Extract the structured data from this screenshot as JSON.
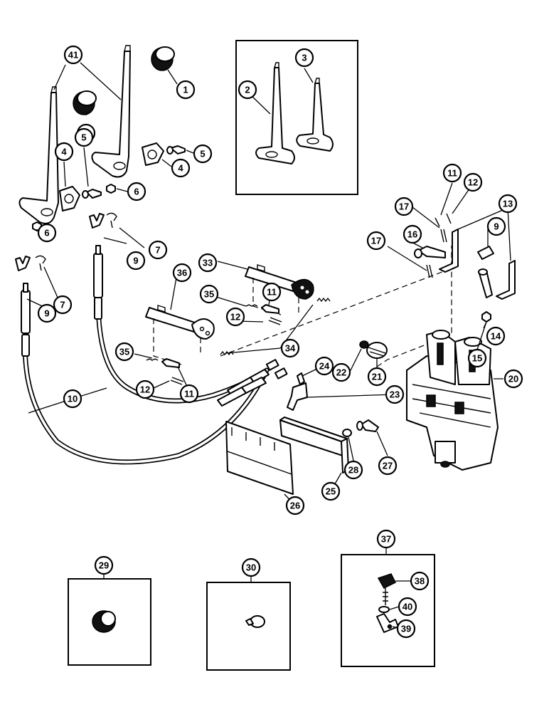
{
  "callouts": [
    {
      "id": "c41",
      "label": "41"
    },
    {
      "id": "c1a",
      "label": "1"
    },
    {
      "id": "c1b",
      "label": "1"
    },
    {
      "id": "c2",
      "label": "2"
    },
    {
      "id": "c3",
      "label": "3"
    },
    {
      "id": "c4a",
      "label": "4"
    },
    {
      "id": "c5a",
      "label": "5"
    },
    {
      "id": "c5b",
      "label": "5"
    },
    {
      "id": "c4b",
      "label": "4"
    },
    {
      "id": "c6a",
      "label": "6"
    },
    {
      "id": "c6b",
      "label": "6"
    },
    {
      "id": "c7a",
      "label": "7"
    },
    {
      "id": "c9a",
      "label": "9"
    },
    {
      "id": "c9b",
      "label": "9"
    },
    {
      "id": "c7b",
      "label": "7"
    },
    {
      "id": "c11a",
      "label": "11"
    },
    {
      "id": "c12a",
      "label": "12"
    },
    {
      "id": "c13",
      "label": "13"
    },
    {
      "id": "c17a",
      "label": "17"
    },
    {
      "id": "c9c",
      "label": "9"
    },
    {
      "id": "c16",
      "label": "16"
    },
    {
      "id": "c17b",
      "label": "17"
    },
    {
      "id": "c33",
      "label": "33"
    },
    {
      "id": "c36",
      "label": "36"
    },
    {
      "id": "c35a",
      "label": "35"
    },
    {
      "id": "c11b",
      "label": "11"
    },
    {
      "id": "c12b",
      "label": "12"
    },
    {
      "id": "c34",
      "label": "34"
    },
    {
      "id": "c14",
      "label": "14"
    },
    {
      "id": "c15",
      "label": "15"
    },
    {
      "id": "c35b",
      "label": "35"
    },
    {
      "id": "c12c",
      "label": "12"
    },
    {
      "id": "c11c",
      "label": "11"
    },
    {
      "id": "c24",
      "label": "24"
    },
    {
      "id": "c22",
      "label": "22"
    },
    {
      "id": "c21",
      "label": "21"
    },
    {
      "id": "c20",
      "label": "20"
    },
    {
      "id": "c10",
      "label": "10"
    },
    {
      "id": "c23",
      "label": "23"
    },
    {
      "id": "c27",
      "label": "27"
    },
    {
      "id": "c28",
      "label": "28"
    },
    {
      "id": "c25",
      "label": "25"
    },
    {
      "id": "c26",
      "label": "26"
    },
    {
      "id": "c37",
      "label": "37"
    },
    {
      "id": "c29",
      "label": "29"
    },
    {
      "id": "c30",
      "label": "30"
    },
    {
      "id": "c38",
      "label": "38"
    },
    {
      "id": "c40",
      "label": "40"
    },
    {
      "id": "c39",
      "label": "39"
    }
  ]
}
